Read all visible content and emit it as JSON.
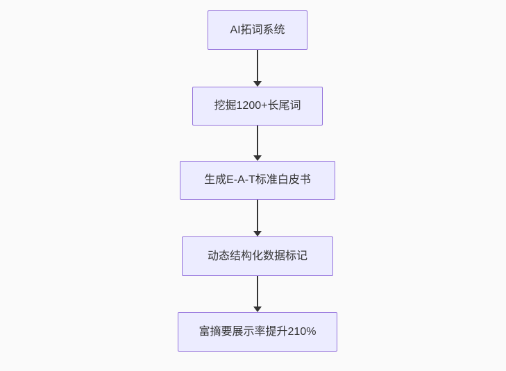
{
  "flowchart": {
    "type": "flowchart",
    "direction": "top-down",
    "nodes": [
      {
        "id": "n1",
        "label": "AI拓词系统"
      },
      {
        "id": "n2",
        "label": "挖掘1200+长尾词"
      },
      {
        "id": "n3",
        "label": "生成E-A-T标准白皮书"
      },
      {
        "id": "n4",
        "label": "动态结构化数据标记"
      },
      {
        "id": "n5",
        "label": "富摘要展示率提升210%"
      }
    ],
    "edges": [
      {
        "from": "n1",
        "to": "n2"
      },
      {
        "from": "n2",
        "to": "n3"
      },
      {
        "from": "n3",
        "to": "n4"
      },
      {
        "from": "n4",
        "to": "n5"
      }
    ]
  },
  "colors": {
    "background": "#fafafa",
    "node_fill": "#ececff",
    "node_border": "#9370db",
    "node_text": "#333333",
    "arrow": "#333333"
  }
}
